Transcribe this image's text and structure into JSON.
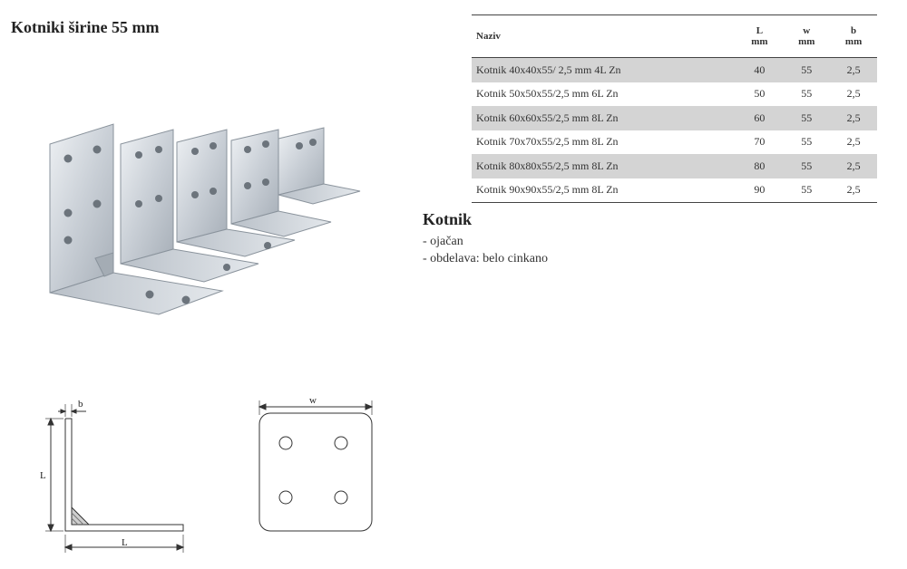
{
  "page": {
    "title": "Kotniki širine 55 mm"
  },
  "table": {
    "headers": {
      "name": "Naziv",
      "L": "L",
      "L_unit": "mm",
      "w": "w",
      "w_unit": "mm",
      "b": "b",
      "b_unit": "mm"
    },
    "rows": [
      {
        "name": "Kotnik 40x40x55/ 2,5 mm 4L Zn",
        "L": "40",
        "w": "55",
        "b": "2,5"
      },
      {
        "name": "Kotnik 50x50x55/2,5 mm 6L Zn",
        "L": "50",
        "w": "55",
        "b": "2,5"
      },
      {
        "name": "Kotnik 60x60x55/2,5 mm 8L Zn",
        "L": "60",
        "w": "55",
        "b": "2,5"
      },
      {
        "name": "Kotnik 70x70x55/2,5 mm 8L Zn",
        "L": "70",
        "w": "55",
        "b": "2,5"
      },
      {
        "name": "Kotnik 80x80x55/2,5 mm 8L Zn",
        "L": "80",
        "w": "55",
        "b": "2,5"
      },
      {
        "name": "Kotnik 90x90x55/2,5 mm 8L Zn",
        "L": "90",
        "w": "55",
        "b": "2,5"
      }
    ]
  },
  "description": {
    "title": "Kotnik",
    "items": [
      "- ojačan",
      "- obdelava: belo cinkano"
    ]
  },
  "drawings": {
    "profile": {
      "b_label": "b",
      "L_vertical_label": "L",
      "L_horizontal_label": "L"
    },
    "front": {
      "w_label": "w"
    }
  },
  "colors": {
    "row_shade": "#d4d4d4",
    "metal_light": "#dfe3e7",
    "metal_dark": "#9aa2aa"
  }
}
